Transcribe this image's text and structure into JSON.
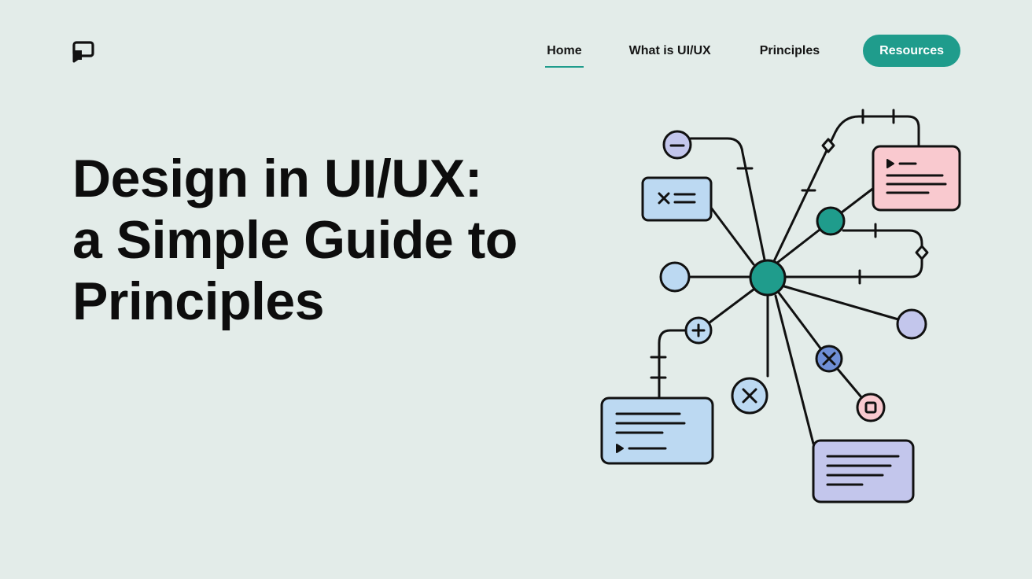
{
  "nav": {
    "items": [
      {
        "label": "Home",
        "active": true
      },
      {
        "label": "What is UI/UX",
        "active": false
      },
      {
        "label": "Principles",
        "active": false
      }
    ],
    "cta_label": "Resources"
  },
  "hero": {
    "title_lines": [
      "Design in UI/UX:",
      "a Simple Guide to",
      "Principles"
    ]
  },
  "colors": {
    "background": "#e3ece9",
    "accent": "#1f9c8c",
    "node_blue": "#bcd9f2",
    "node_lavender": "#c3c6ec",
    "node_pink": "#f9c9cf",
    "node_indigo": "#6f8fd6",
    "stroke": "#111111"
  },
  "icons": {
    "logo": "chat-bubble-logo-icon",
    "illustration": "network-graph-illustration"
  }
}
